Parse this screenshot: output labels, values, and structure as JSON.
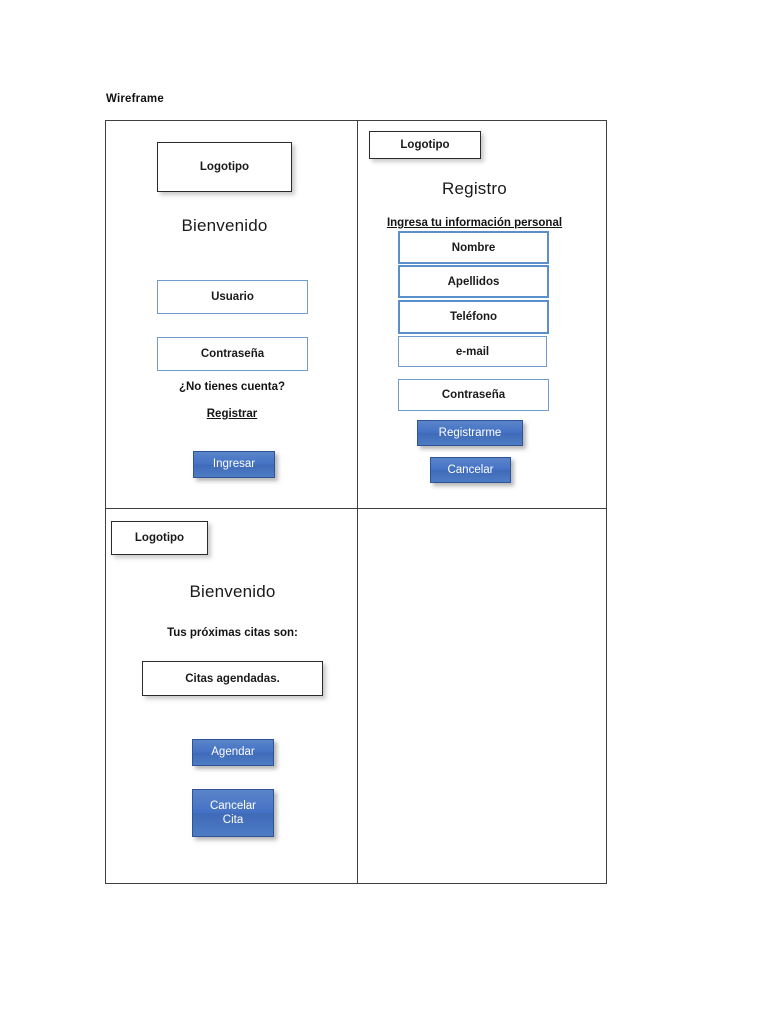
{
  "page": {
    "title": "Wireframe"
  },
  "panels": {
    "login": {
      "logo_label": "Logotipo",
      "heading": "Bienvenido",
      "username_field": "Usuario",
      "password_field": "Contraseña",
      "no_account_text": "¿No tienes cuenta?",
      "register_link": "Registrar",
      "submit_button": "Ingresar"
    },
    "registro": {
      "logo_label": "Logotipo",
      "heading": "Registro",
      "instruction": "Ingresa tu información personal",
      "fields": [
        {
          "label": "Nombre",
          "border": "thick"
        },
        {
          "label": "Apellidos",
          "border": "thick"
        },
        {
          "label": "Teléfono",
          "border": "thick"
        },
        {
          "label": "e-mail",
          "border": "thin"
        },
        {
          "label": "Contraseña",
          "border": "thin"
        }
      ],
      "submit_button": "Registrarme",
      "cancel_button": "Cancelar"
    },
    "citas": {
      "logo_label": "Logotipo",
      "heading": "Bienvenido",
      "subtitle": "Tus próximas citas son:",
      "list_box": "Citas agendadas.",
      "schedule_button": "Agendar",
      "cancel_button": "Cancelar\nCita"
    },
    "empty": {
      "content": ""
    }
  },
  "colors": {
    "button_blue": "#4472c4",
    "button_border": "#2f5496",
    "field_blue": "#6f9ccd",
    "field_blue_thick": "#5b8fc9",
    "frame_gray": "#3f3f3f",
    "text_black": "#1a1a1a"
  }
}
